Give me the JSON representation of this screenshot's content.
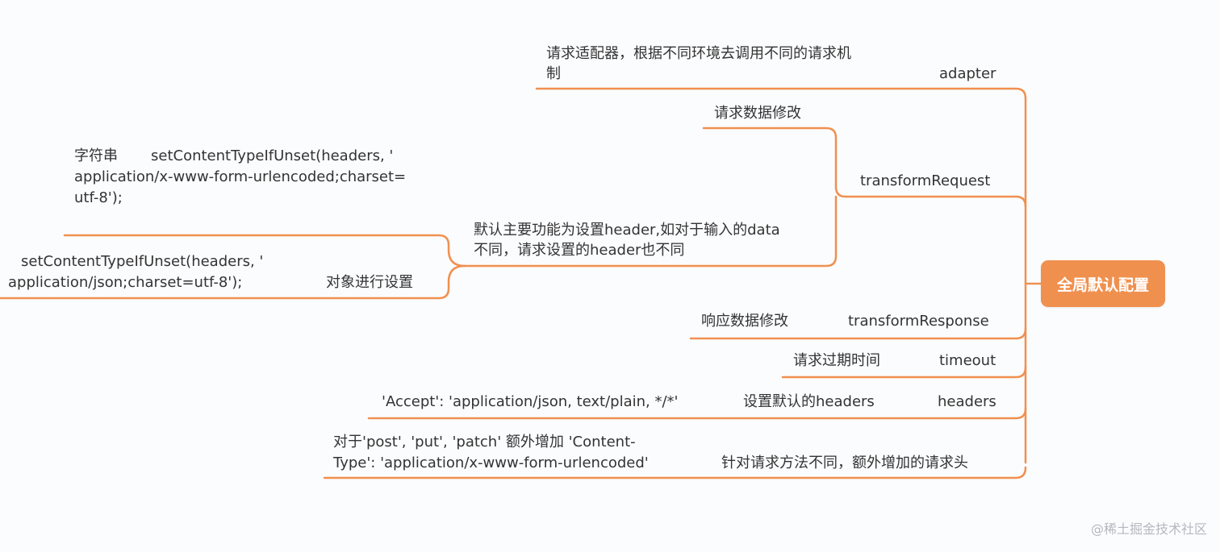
{
  "root": {
    "label": "全局默认配置"
  },
  "colors": {
    "line": "#f0904f",
    "root_fill": "#f0904f",
    "root_text": "#ffffff",
    "text": "#333333",
    "watermark": "#b4b8bf"
  },
  "branches": {
    "adapter": {
      "label": "adapter",
      "desc": [
        "请求适配器，根据不同环境去调用不同的请求机",
        "制"
      ]
    },
    "transformRequest": {
      "label": "transformRequest",
      "modify": "请求数据修改",
      "desc": [
        "默认主要功能为设置header,如对于输入的data",
        "不同，请求设置的header也不同"
      ],
      "string": {
        "label": "字符串",
        "code": [
          "setContentTypeIfUnset(headers, '",
          "application/x-www-form-urlencoded;charset=",
          "utf-8');"
        ]
      },
      "object": {
        "label": "对象进行设置",
        "code": [
          "setContentTypeIfUnset(headers, '",
          "application/json;charset=utf-8');"
        ]
      }
    },
    "transformResponse": {
      "label": "transformResponse",
      "desc": "响应数据修改"
    },
    "timeout": {
      "label": "timeout",
      "desc": "请求过期时间"
    },
    "headers": {
      "label": "headers",
      "desc": "设置默认的headers",
      "value": "'Accept': 'application/json, text/plain, */*'",
      "method_desc": "针对请求方法不同，额外增加的请求头",
      "method_value": [
        "对于'post', 'put', 'patch' 额外增加  'Content-",
        "Type': 'application/x-www-form-urlencoded'"
      ]
    }
  },
  "watermark": "@稀土掘金技术社区"
}
